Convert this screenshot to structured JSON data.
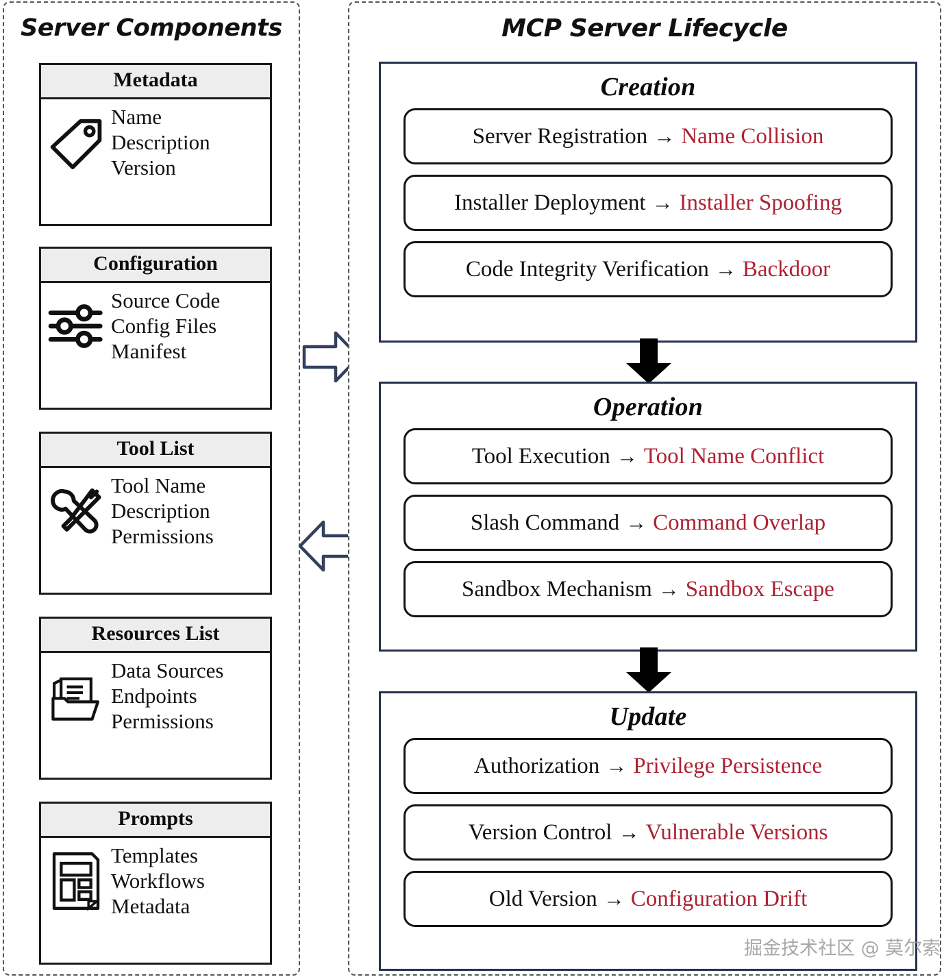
{
  "left_panel": {
    "title": "Server Components",
    "cards": [
      {
        "title": "Metadata",
        "icon": "tag-icon",
        "lines": [
          "Name",
          "Description",
          "Version"
        ]
      },
      {
        "title": "Configuration",
        "icon": "sliders-icon",
        "lines": [
          "Source Code",
          "Config Files",
          "Manifest"
        ]
      },
      {
        "title": "Tool List",
        "icon": "wrench-screwdriver-icon",
        "lines": [
          "Tool Name",
          "Description",
          "Permissions"
        ]
      },
      {
        "title": "Resources List",
        "icon": "folder-documents-icon",
        "lines": [
          "Data Sources",
          "Endpoints",
          "Permissions"
        ]
      },
      {
        "title": "Prompts",
        "icon": "template-document-icon",
        "lines": [
          "Templates",
          "Workflows",
          "Metadata"
        ]
      }
    ]
  },
  "right_panel": {
    "title": "MCP Server Lifecycle",
    "stages": [
      {
        "title": "Creation",
        "rows": [
          {
            "stage": "Server Registration",
            "arrow": "→",
            "threat": "Name Collision"
          },
          {
            "stage": "Installer Deployment",
            "arrow": "→",
            "threat": "Installer Spoofing"
          },
          {
            "stage": "Code Integrity Verification",
            "arrow": "→",
            "threat": "Backdoor"
          }
        ]
      },
      {
        "title": "Operation",
        "rows": [
          {
            "stage": "Tool Execution",
            "arrow": "→",
            "threat": "Tool Name Conflict"
          },
          {
            "stage": "Slash Command",
            "arrow": "→",
            "threat": "Command Overlap"
          },
          {
            "stage": "Sandbox Mechanism",
            "arrow": "→",
            "threat": "Sandbox Escape"
          }
        ]
      },
      {
        "title": "Update",
        "rows": [
          {
            "stage": "Authorization",
            "arrow": "→",
            "threat": "Privilege Persistence"
          },
          {
            "stage": "Version Control",
            "arrow": "→",
            "threat": "Vulnerable Versions"
          },
          {
            "stage": "Old Version",
            "arrow": "→",
            "threat": "Configuration Drift"
          }
        ]
      }
    ]
  },
  "connectors": {
    "components_to_lifecycle": "right-hollow-arrow",
    "lifecycle_to_components": "left-hollow-arrow",
    "creation_to_operation": "down-arrow",
    "operation_to_update": "down-arrow"
  },
  "colors": {
    "threat_red": "#ad2233",
    "stage_border_navy": "#26314f",
    "card_header_gray": "#ededed",
    "card_border_black": "#1b1b1b"
  },
  "watermark": "掘金技术社区 @ 莫尔索"
}
